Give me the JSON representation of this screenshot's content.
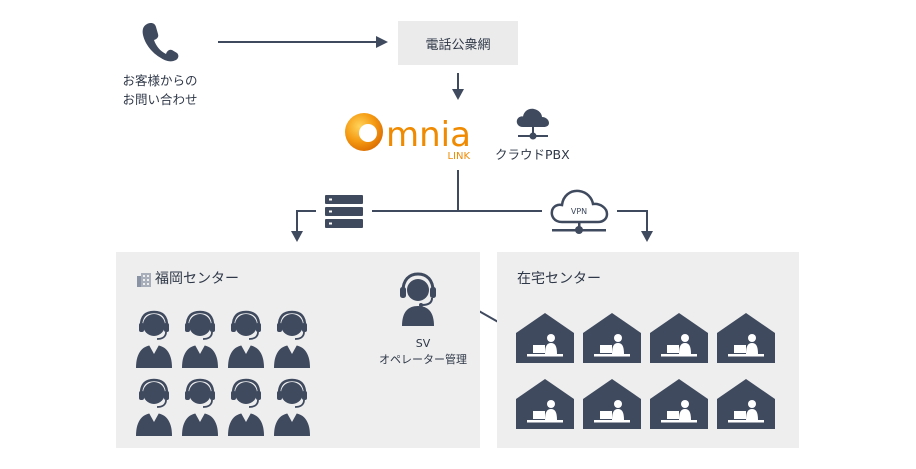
{
  "caller": {
    "line1": "お客様からの",
    "line2": "お問い合わせ"
  },
  "pstn": {
    "label": "電話公衆網"
  },
  "logo": {
    "word": "mnia",
    "sub": "LINK"
  },
  "cloud_pbx": {
    "label": "クラウドPBX"
  },
  "vpn": {
    "label": "VPN"
  },
  "fukuoka": {
    "title": "福岡センター",
    "agent_count": 8
  },
  "home": {
    "title": "在宅センター",
    "house_count": 8
  },
  "supervisor": {
    "line1": "SV",
    "line2": "オペレーター管理"
  },
  "colors": {
    "icon": "#3f4a5f",
    "panel": "#eeeeee",
    "line": "#3f4a5f",
    "logo_orange": "#f08a00",
    "pstn_box": "#ebebeb"
  }
}
